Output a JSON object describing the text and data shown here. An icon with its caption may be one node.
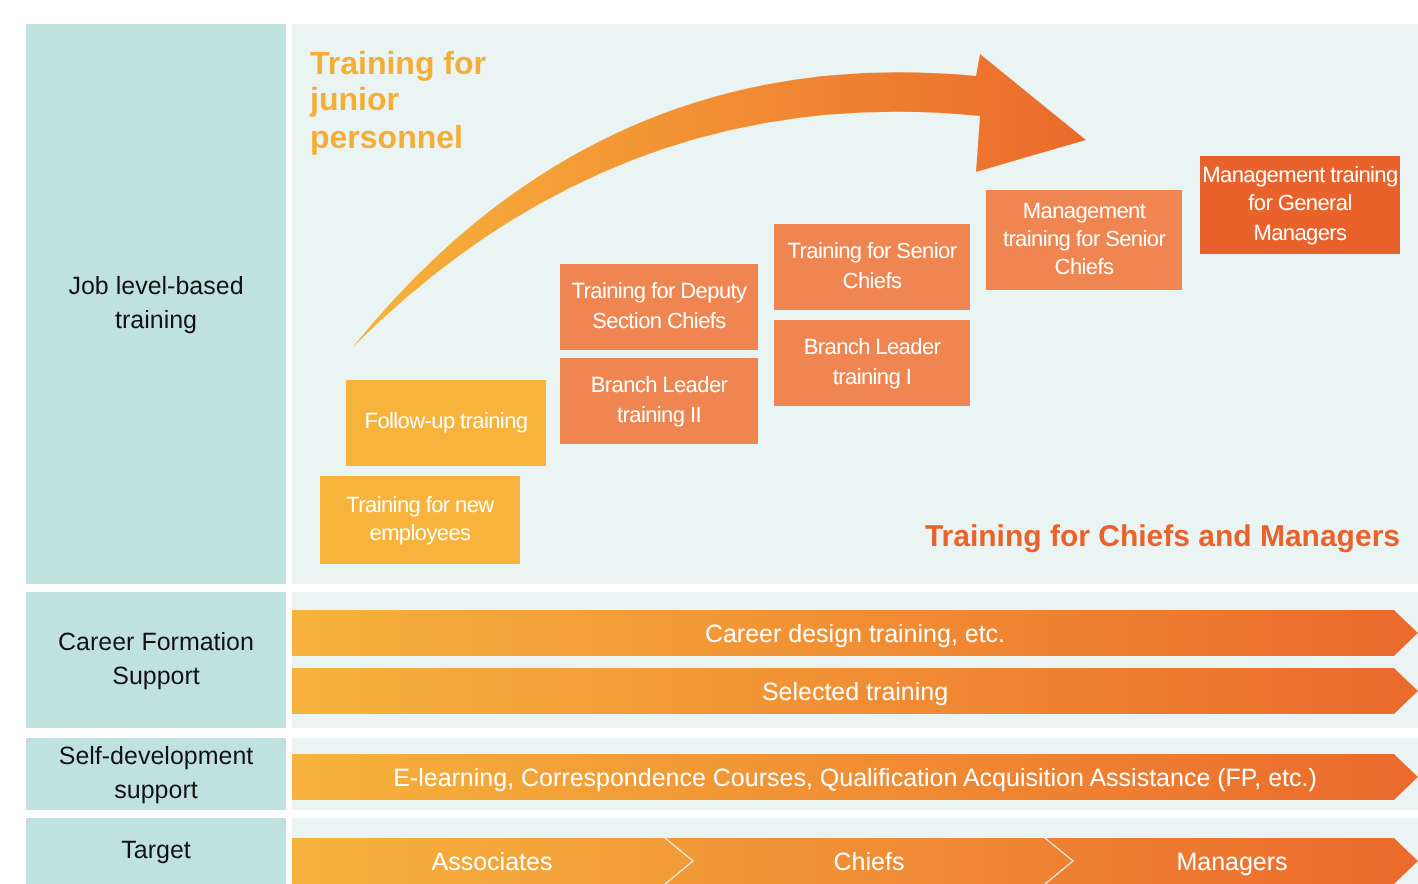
{
  "diagram": {
    "nodes": [
      {
        "text": [
          "Job level-based training"
        ]
      },
      {
        "text": [
          "Training for new employees"
        ]
      },
      {
        "text": [
          "Follow-up training"
        ]
      },
      {
        "text": [
          "Training for Deputy Section Chiefs"
        ]
      },
      {
        "text": [
          "Branch Leader training II"
        ]
      },
      {
        "text": [
          "Training for Senior Chiefs"
        ]
      },
      {
        "text": [
          "Branch Leader training I"
        ]
      },
      {
        "text": [
          "Management training for Senior Chiefs"
        ]
      },
      {
        "text": [
          "Management training for General Managers"
        ]
      },
      {
        "text": [
          "Career Formation Support"
        ]
      },
      {
        "text": [
          "Career design training, etc."
        ]
      },
      {
        "text": [
          "Selected training"
        ]
      },
      {
        "text": [
          "Self-development support"
        ]
      },
      {
        "text": [
          "E-learning, Correspondence Courses, Qualification Acquisition Assistance (FP, etc.)"
        ]
      },
      {
        "text": [
          "Target"
        ]
      },
      {
        "text": [
          "Associates"
        ]
      },
      {
        "text": [
          "Chiefs"
        ]
      },
      {
        "text": [
          "Managers"
        ]
      }
    ],
    "labels": [
      "Training for junior personnel",
      "Training for Chiefs and Managers"
    ]
  }
}
